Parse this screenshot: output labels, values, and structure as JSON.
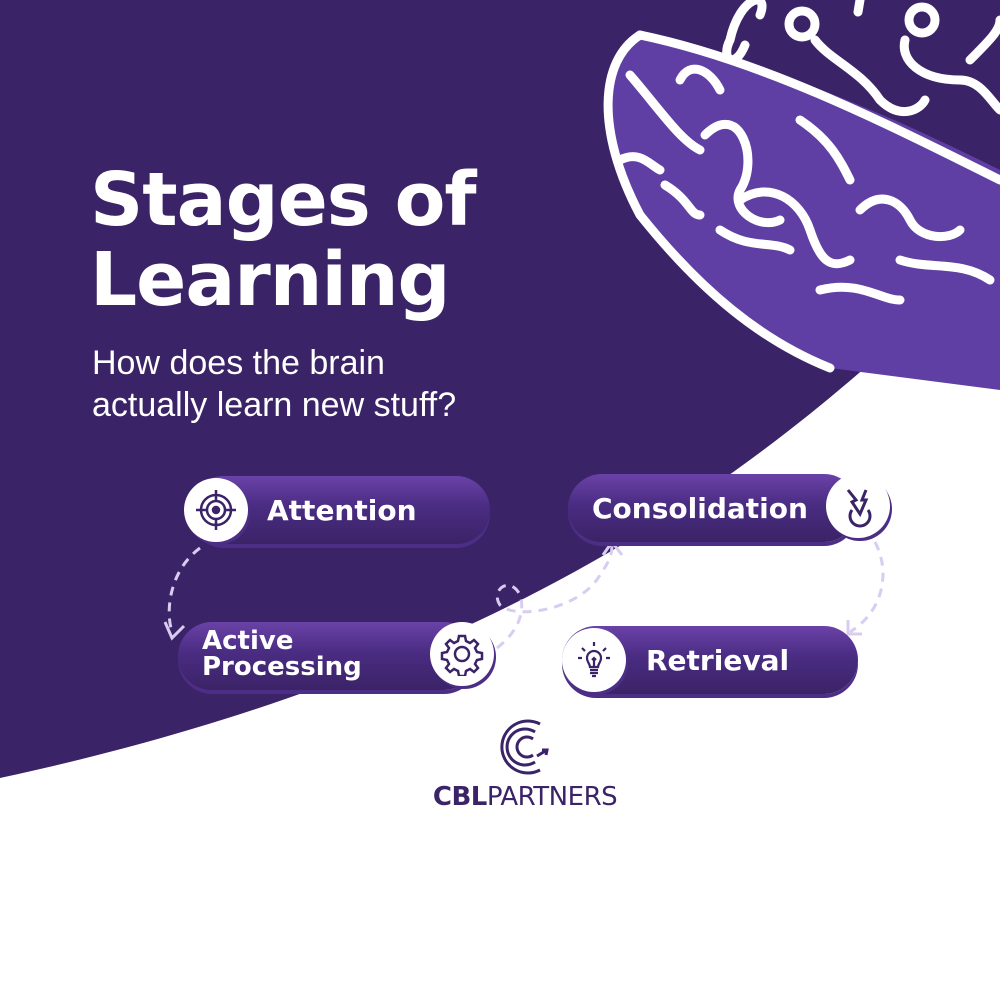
{
  "title": {
    "line1": "Stages of",
    "line2": "Learning"
  },
  "subtitle": {
    "line1": "How does the brain",
    "line2": "actually learn new stuff?"
  },
  "stages": [
    {
      "label": "Attention",
      "icon": "target-icon"
    },
    {
      "label_line1": "Active",
      "label_line2": "Processing",
      "icon": "gear-icon"
    },
    {
      "label": "Consolidation",
      "icon": "download-arrow-icon"
    },
    {
      "label": "Retrieval",
      "icon": "lightbulb-icon"
    }
  ],
  "logo": {
    "bold": "CBL",
    "regular": "PARTNERS"
  },
  "colors": {
    "dark_purple": "#3a2366",
    "mid_purple": "#5f3fa3",
    "arrow": "#d8cdf0"
  }
}
